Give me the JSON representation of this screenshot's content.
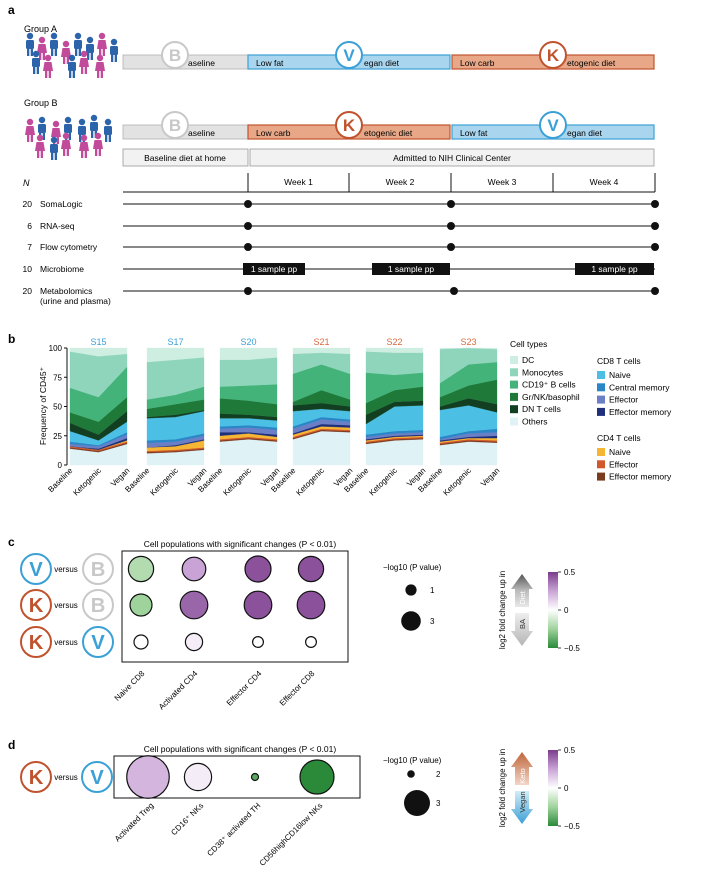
{
  "panel_a": {
    "panel_label": "a",
    "group_a_label": "Group A",
    "group_b_label": "Group B",
    "letters": {
      "baseline": "B",
      "vegan": "V",
      "keto": "K"
    },
    "group_a_timeline": {
      "baseline": "aseline",
      "first_prefix": "Low fat",
      "first_suffix": "egan diet",
      "second_prefix": "Low carb",
      "second_suffix": "etogenic diet"
    },
    "group_b_timeline": {
      "baseline": "aseline",
      "first_prefix": "Low carb",
      "first_suffix": "etogenic diet",
      "second_prefix": "Low fat",
      "second_suffix": "egan diet"
    },
    "setting_home": "Baseline diet at home",
    "setting_nih": "Admitted to NIH Clinical Center",
    "n_header": "N",
    "weeks": [
      "Week 1",
      "Week 2",
      "Week 3",
      "Week 4"
    ],
    "assays": [
      {
        "n": "20",
        "name": "SomaLogic"
      },
      {
        "n": "6",
        "name": "RNA-seq"
      },
      {
        "n": "7",
        "name": "Flow cytometry"
      },
      {
        "n": "10",
        "name": "Microbiome"
      },
      {
        "n": "20",
        "name": "Metabolomics",
        "name2": "(urine and plasma)"
      }
    ],
    "sample_label": "1 sample pp"
  },
  "panel_b": {
    "panel_label": "b",
    "ylabel": "Frequency of CD45⁺",
    "yticks": [
      "0",
      "25",
      "50",
      "75",
      "100"
    ],
    "xticks": [
      "Baseline",
      "Ketogenic",
      "Vegan"
    ],
    "subjects": [
      {
        "name": "S15",
        "color": "#3ba0d6"
      },
      {
        "name": "S17",
        "color": "#3ba0d6"
      },
      {
        "name": "S20",
        "color": "#3ba0d6"
      },
      {
        "name": "S21",
        "color": "#d8693c"
      },
      {
        "name": "S22",
        "color": "#d8693c"
      },
      {
        "name": "S23",
        "color": "#d8693c"
      }
    ],
    "legend_title": "Cell types",
    "legend_left": [
      {
        "label": "DC",
        "color": "#cfeee2"
      },
      {
        "label": "Monocytes",
        "color": "#8ed5bc"
      },
      {
        "label": "CD19⁺ B cells",
        "color": "#43b37a"
      },
      {
        "label": "Gr/NK/basophil",
        "color": "#1f7a3a"
      },
      {
        "label": "DN T cells",
        "color": "#123f22"
      },
      {
        "label": "Others",
        "color": "#dff2f6"
      }
    ],
    "cd8_title": "CD8 T cells",
    "legend_cd8": [
      {
        "label": "Naive",
        "color": "#4cc0e4"
      },
      {
        "label": "Central memory",
        "color": "#2a86c6"
      },
      {
        "label": "Effector",
        "color": "#6a7fc6"
      },
      {
        "label": "Effector memory",
        "color": "#1f2f7a"
      }
    ],
    "cd4_title": "CD4 T cells",
    "legend_cd4": [
      {
        "label": "Naive",
        "color": "#f7b534"
      },
      {
        "label": "Effector",
        "color": "#d2572a"
      },
      {
        "label": "Effector memory",
        "color": "#7b3b1e"
      }
    ]
  },
  "panel_c": {
    "panel_label": "c",
    "title": "Cell populations with significant changes (P < 0.01)",
    "versus": "versus",
    "columns": [
      "Naive CD8",
      "Activated CD4",
      "Effector CD4",
      "Effector CD8"
    ],
    "size_title": "−log10 (P value)",
    "size_items": [
      "1",
      "3"
    ],
    "color_title": "log2 fold change up in",
    "arrow_up": "Diet",
    "arrow_down": "BA",
    "scale_ticks": [
      "0.5",
      "0",
      "−0.5"
    ]
  },
  "panel_d": {
    "panel_label": "d",
    "title": "Cell populations with significant changes (P < 0.01)",
    "versus": "versus",
    "columns": [
      "Activated Treg",
      "CD16⁺ NKs",
      "CD38⁺ activated TH",
      "CD56highCD16low NKs"
    ],
    "size_title": "−log10 (P value)",
    "size_items": [
      "2",
      "3"
    ],
    "color_title": "log2 fold change up in",
    "arrow_up": "Keto",
    "arrow_down": "Vegan",
    "scale_ticks": [
      "0.5",
      "0",
      "−0.5"
    ]
  },
  "chart_data": [
    {
      "type": "area",
      "title": "",
      "ylabel": "Frequency of CD45⁺",
      "ylim": [
        0,
        100
      ],
      "groups": [
        "S15",
        "S17",
        "S20",
        "S21",
        "S22",
        "S23"
      ],
      "categories": [
        "Baseline",
        "Ketogenic",
        "Vegan"
      ],
      "stack_order_bottom_to_top": [
        "Others",
        "CD4 Effector memory",
        "CD4 Effector",
        "CD4 Naive",
        "CD8 Effector memory",
        "CD8 Effector",
        "CD8 Central memory",
        "CD8 Naive",
        "DN T cells",
        "Gr/NK/basophil",
        "CD19⁺ B cells",
        "Monocytes",
        "DC"
      ],
      "series_bounds": {
        "S15": [
          [
            0,
            14,
            15,
            16,
            16,
            16,
            18,
            20,
            29,
            36,
            45,
            66,
            97,
            100
          ],
          [
            0,
            11,
            12,
            13,
            13,
            14,
            16,
            17,
            21,
            26,
            37,
            58,
            93,
            100
          ],
          [
            0,
            18,
            19,
            20,
            21,
            23,
            26,
            28,
            37,
            46,
            58,
            84,
            95,
            100
          ]
        ],
        "S17": [
          [
            0,
            10,
            11,
            12,
            15,
            15,
            19,
            21,
            40,
            41,
            48,
            56,
            88,
            100
          ],
          [
            0,
            11,
            12,
            13,
            16,
            17,
            20,
            22,
            41,
            43,
            52,
            60,
            90,
            100
          ],
          [
            0,
            13,
            14,
            15,
            21,
            22,
            25,
            27,
            46,
            47,
            56,
            67,
            92,
            100
          ]
        ],
        "S20": [
          [
            0,
            20,
            21,
            22,
            25,
            28,
            31,
            33,
            40,
            44,
            57,
            67,
            90,
            100
          ],
          [
            0,
            22,
            23,
            24,
            27,
            28,
            32,
            34,
            40,
            43,
            55,
            68,
            90,
            100
          ],
          [
            0,
            20,
            21,
            22,
            24,
            26,
            30,
            32,
            38,
            41,
            52,
            69,
            92,
            100
          ]
        ],
        "S21": [
          [
            0,
            22,
            23,
            24,
            26,
            27,
            31,
            33,
            46,
            51,
            54,
            78,
            95,
            100
          ],
          [
            0,
            29,
            30,
            31,
            33,
            35,
            39,
            41,
            48,
            53,
            64,
            86,
            96,
            100
          ],
          [
            0,
            28,
            29,
            30,
            32,
            34,
            37,
            39,
            46,
            50,
            56,
            78,
            95,
            100
          ]
        ],
        "S22": [
          [
            0,
            18,
            19,
            20,
            21,
            22,
            24,
            26,
            35,
            43,
            53,
            79,
            97,
            100
          ],
          [
            0,
            21,
            22,
            23,
            24,
            25,
            27,
            29,
            50,
            54,
            64,
            77,
            96,
            100
          ],
          [
            0,
            22,
            23,
            24,
            25,
            26,
            28,
            30,
            51,
            55,
            67,
            79,
            96,
            100
          ]
        ],
        "S23": [
          [
            0,
            17,
            18,
            19,
            20,
            21,
            22,
            24,
            47,
            50,
            58,
            70,
            99,
            100
          ],
          [
            0,
            20,
            21,
            22,
            23,
            24,
            27,
            29,
            51,
            57,
            68,
            86,
            100,
            100
          ],
          [
            0,
            19,
            20,
            21,
            23,
            25,
            28,
            31,
            45,
            52,
            73,
            88,
            99,
            100
          ]
        ]
      }
    },
    {
      "type": "scatter",
      "title": "Cell populations with significant changes (P < 0.01)",
      "rows": [
        "V versus B",
        "K versus B",
        "K versus V"
      ],
      "columns": [
        "Naive CD8",
        "Activated CD4",
        "Effector CD4",
        "Effector CD8"
      ],
      "neg_log10_p": [
        [
          2.4,
          2.2,
          2.5,
          2.4
        ],
        [
          2.0,
          2.7,
          2.7,
          2.7
        ],
        [
          1.0,
          1.4,
          0.6,
          0.6
        ]
      ],
      "log2_fold_change": [
        [
          -0.2,
          0.25,
          0.45,
          0.45
        ],
        [
          -0.25,
          0.4,
          0.45,
          0.45
        ],
        [
          0,
          0.05,
          0,
          0
        ]
      ],
      "size_legend": [
        1,
        3
      ],
      "color_range": [
        -0.5,
        0.5
      ]
    },
    {
      "type": "scatter",
      "title": "Cell populations with significant changes (P < 0.01)",
      "rows": [
        "K versus V"
      ],
      "columns": [
        "Activated Treg",
        "CD16⁺ NKs",
        "CD38⁺ activated TH",
        "CD56highCD16low NKs"
      ],
      "neg_log10_p": [
        [
          3.5,
          2.6,
          1.2,
          3.0
        ]
      ],
      "log2_fold_change": [
        [
          0.2,
          0.05,
          -0.4,
          -0.5
        ]
      ],
      "size_legend": [
        2,
        3
      ],
      "color_range": [
        -0.5,
        0.5
      ]
    }
  ]
}
